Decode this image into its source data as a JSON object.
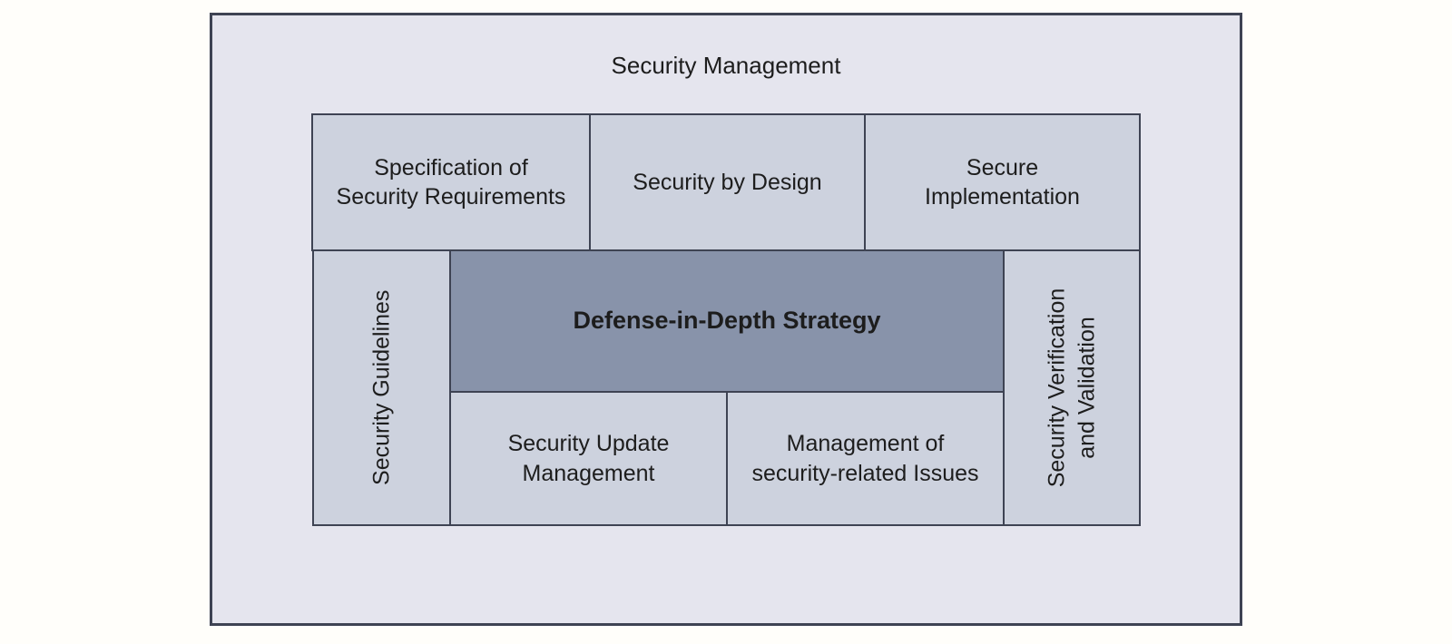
{
  "colors": {
    "page_bg": "#fffefa",
    "outer_bg": "#e5e5ee",
    "box_bg": "#cdd2de",
    "highlight_bg": "#8893aa",
    "border": "#3e4353",
    "text": "#1d1d1d"
  },
  "diagram": {
    "title": "Security Management",
    "top_row": [
      {
        "label": "Specification of\nSecurity Requirements"
      },
      {
        "label": "Security by Design"
      },
      {
        "label": "Secure\nImplementation"
      }
    ],
    "left_column": {
      "label": "Security Guidelines"
    },
    "center": {
      "label": "Defense-in-Depth Strategy"
    },
    "bottom_row": [
      {
        "label": "Security Update\nManagement"
      },
      {
        "label": "Management of\nsecurity-related Issues"
      }
    ],
    "right_column": {
      "label": "Security Verification\nand Validation"
    }
  }
}
